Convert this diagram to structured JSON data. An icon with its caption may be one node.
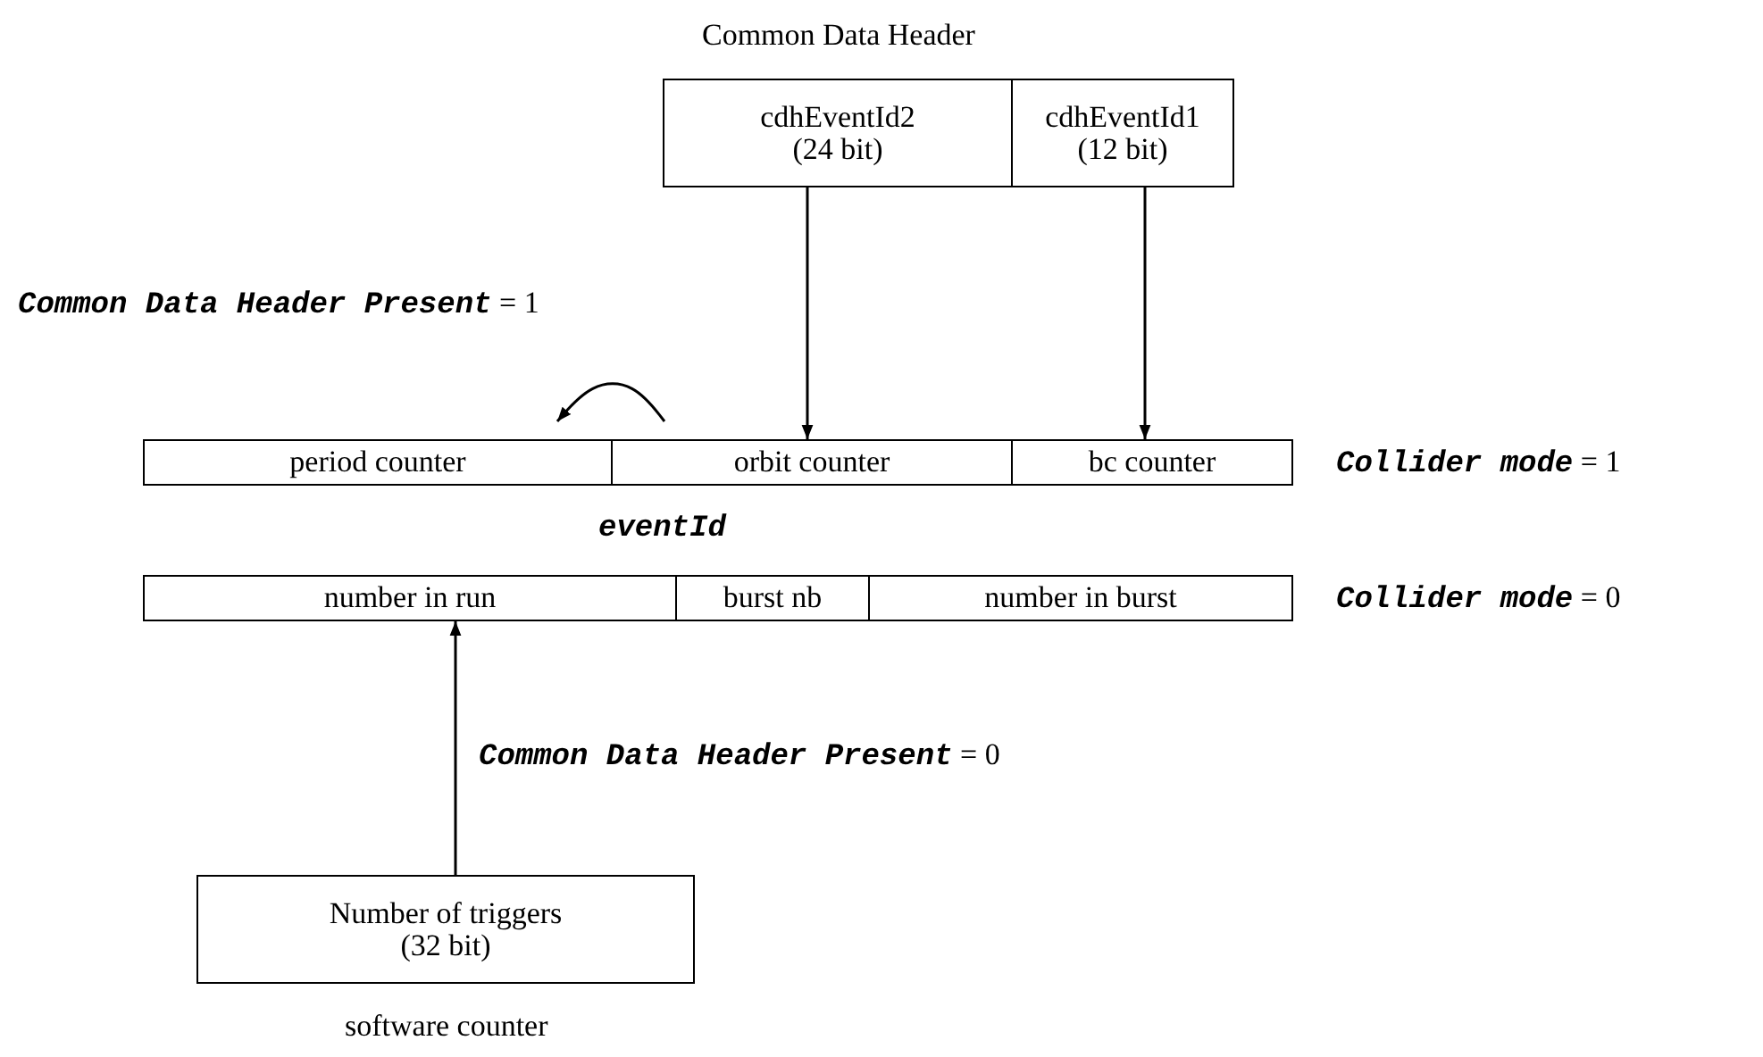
{
  "diagram": {
    "nodes": [
      {
        "text": [
          "cdhEventId2 (24 bit)"
        ]
      },
      {
        "text": [
          "cdhEventId1 (12 bit)"
        ]
      },
      {
        "text": [
          "period counter"
        ]
      },
      {
        "text": [
          "orbit counter"
        ]
      },
      {
        "text": [
          "bc counter"
        ]
      },
      {
        "text": [
          "number in run"
        ]
      },
      {
        "text": [
          "burst nb"
        ]
      },
      {
        "text": [
          "number in burst"
        ]
      },
      {
        "text": [
          "Number of triggers (32 bit)"
        ]
      }
    ],
    "edges": [
      {
        "from": 0,
        "to": 3,
        "arrow": "to"
      },
      {
        "from": 1,
        "to": 4,
        "arrow": "to"
      },
      {
        "from": 3,
        "to": 2,
        "arrow": "to"
      },
      {
        "from": 8,
        "to": 5,
        "arrow": "to"
      }
    ],
    "labels": [
      "Common Data Header",
      "**Common Data Header Present** = 1",
      "**Collider mode** = 1",
      "eventId",
      "**Collider mode** = 0",
      "**Common Data Header Present** = 0",
      "software counter"
    ]
  }
}
